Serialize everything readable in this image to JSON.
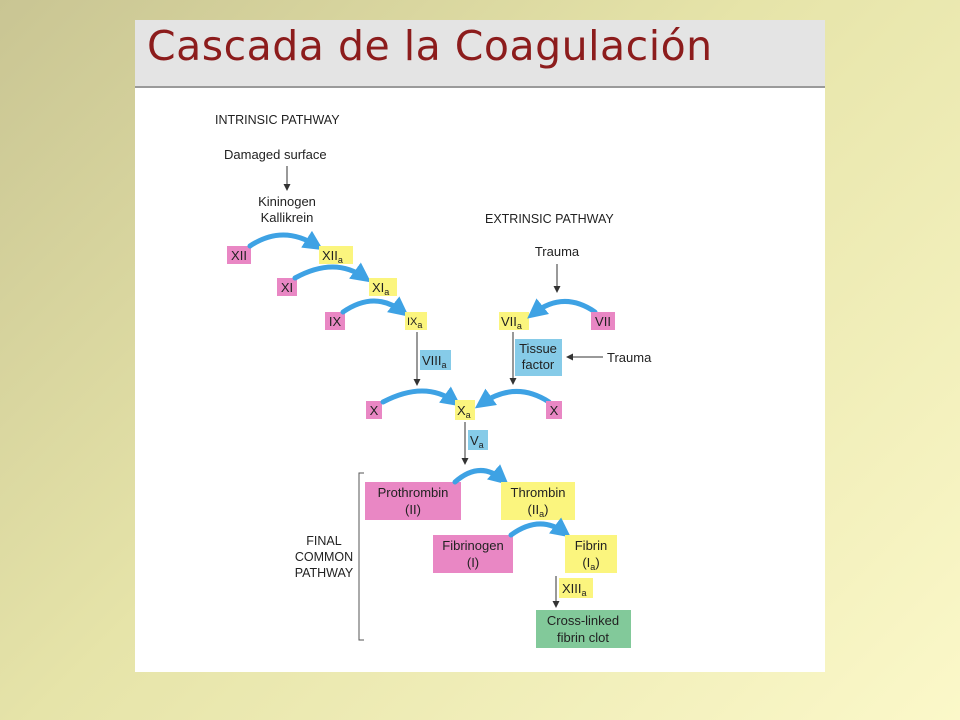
{
  "title": "Cascada de la Coagulación",
  "colors": {
    "inactive": "#e987c4",
    "active": "#fbf57e",
    "cofactor": "#86cbe8",
    "clot": "#82c99a",
    "arrow": "#3ea2e4",
    "title": "#8c1c1c"
  },
  "diagram": {
    "intrinsic": {
      "heading": "INTRINSIC PATHWAY",
      "trigger": "Damaged surface",
      "activator_1": "Kininogen",
      "activator_2": "Kallikrein",
      "xii": "XII",
      "xiia": "XII",
      "xiia_sub": "a",
      "xi": "XI",
      "xia": "XI",
      "xia_sub": "a",
      "ix": "IX",
      "ixa": "IX",
      "ixa_sub": "a",
      "viiia": "VIII",
      "viiia_sub": "a"
    },
    "extrinsic": {
      "heading": "EXTRINSIC PATHWAY",
      "trauma_top": "Trauma",
      "viia": "VII",
      "viia_sub": "a",
      "vii": "VII",
      "tissue_1": "Tissue",
      "tissue_2": "factor",
      "trauma_side": "Trauma"
    },
    "common": {
      "x_left": "X",
      "xa": "X",
      "xa_sub": "a",
      "x_right": "X",
      "va": "V",
      "va_sub": "a",
      "prothrombin_1": "Prothrombin",
      "prothrombin_2": "(II)",
      "thrombin_1": "Thrombin",
      "thrombin_2_pre": "(II",
      "thrombin_2_sub": "a",
      "thrombin_2_post": ")",
      "fibrinogen_1": "Fibrinogen",
      "fibrinogen_2": "(I)",
      "fibrin_1": "Fibrin",
      "fibrin_2_pre": "(I",
      "fibrin_2_sub": "a",
      "fibrin_2_post": ")",
      "xiiia": "XIII",
      "xiiia_sub": "a",
      "clot_1": "Cross-linked",
      "clot_2": "fibrin clot",
      "final_1": "FINAL",
      "final_2": "COMMON",
      "final_3": "PATHWAY"
    }
  }
}
